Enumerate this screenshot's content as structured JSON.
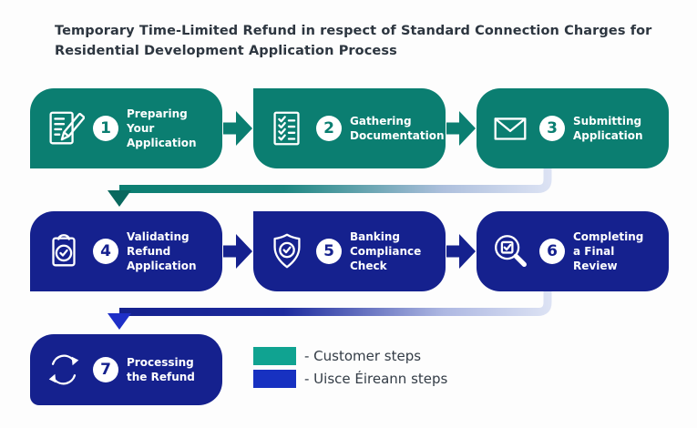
{
  "title": "Temporary Time-Limited Refund in respect of Standard Connection Charges for\nResidential Development Application Process",
  "steps": [
    {
      "number": "1",
      "label": "Preparing Your\nApplication",
      "icon": "document-pencil-icon",
      "group": "customer"
    },
    {
      "number": "2",
      "label": "Gathering\nDocumentation",
      "icon": "checklist-icon",
      "group": "customer"
    },
    {
      "number": "3",
      "label": "Submitting\nApplication",
      "icon": "envelope-icon",
      "group": "customer"
    },
    {
      "number": "4",
      "label": "Validating\nRefund\nApplication",
      "icon": "clipboard-check-icon",
      "group": "uisce-eireann"
    },
    {
      "number": "5",
      "label": "Banking\nCompliance\nCheck",
      "icon": "shield-check-icon",
      "group": "uisce-eireann"
    },
    {
      "number": "6",
      "label": "Completing\na Final\nReview",
      "icon": "magnifier-check-icon",
      "group": "uisce-eireann"
    },
    {
      "number": "7",
      "label": "Processing\nthe Refund",
      "icon": "refresh-arrows-icon",
      "group": "uisce-eireann"
    }
  ],
  "legend": {
    "items": [
      {
        "label": "- Customer steps",
        "swatch_color": "#10A391"
      },
      {
        "label": "- Uisce Éireann steps",
        "swatch_color": "#1731C1"
      }
    ]
  },
  "colors": {
    "customer_box": "#0B7E71",
    "uisce_eireann_box": "#15218E",
    "legend_teal": "#10A391",
    "legend_blue": "#1731C1",
    "title_text": "#2D3640",
    "connector_light": "#DDE3F4",
    "connector_arrow_teal": "#09685E",
    "connector_arrow_blue": "#1E2FC7"
  }
}
